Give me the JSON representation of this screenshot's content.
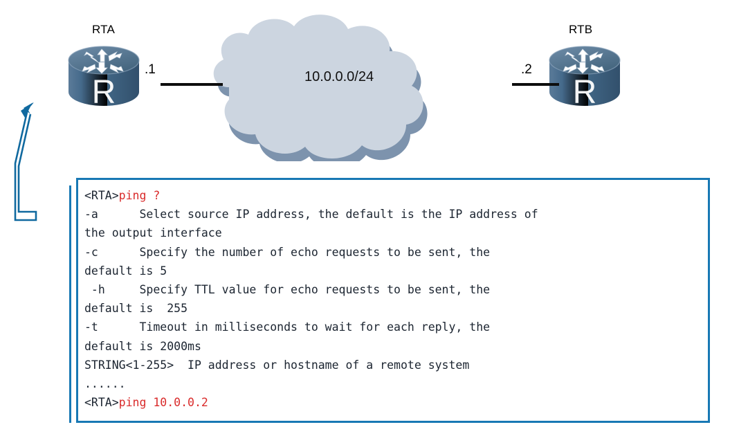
{
  "topology": {
    "devices": [
      {
        "id": "rta",
        "label": "RTA",
        "icon": "router-icon",
        "interface_label": ".1"
      },
      {
        "id": "rtb",
        "label": "RTB",
        "icon": "router-icon",
        "interface_label": ".2"
      }
    ],
    "cloud": {
      "icon": "cloud-icon",
      "label": "10.0.0.0/24"
    },
    "links": [
      {
        "from": "rta",
        "to": "cloud"
      },
      {
        "from": "cloud",
        "to": "rtb"
      }
    ],
    "callout": {
      "icon": "callout-arrow-icon",
      "from": "terminal",
      "to": "rta"
    }
  },
  "terminal": {
    "lines": [
      {
        "prompt": "<RTA>",
        "command": "ping ?",
        "text": ""
      },
      {
        "prompt": "",
        "command": "",
        "text": "-a      Select source IP address, the default is the IP address of"
      },
      {
        "prompt": "",
        "command": "",
        "text": "the output interface"
      },
      {
        "prompt": "",
        "command": "",
        "text": "-c      Specify the number of echo requests to be sent, the"
      },
      {
        "prompt": "",
        "command": "",
        "text": "default is 5"
      },
      {
        "prompt": "",
        "command": "",
        "text": " -h     Specify TTL value for echo requests to be sent, the"
      },
      {
        "prompt": "",
        "command": "",
        "text": "default is  255"
      },
      {
        "prompt": "",
        "command": "",
        "text": "-t      Timeout in milliseconds to wait for each reply, the"
      },
      {
        "prompt": "",
        "command": "",
        "text": "default is 2000ms"
      },
      {
        "prompt": "",
        "command": "",
        "text": "STRING<1-255>  IP address or hostname of a remote system"
      },
      {
        "prompt": "",
        "command": "",
        "text": "......"
      },
      {
        "prompt": "<RTA>",
        "command": "ping 10.0.0.2",
        "text": ""
      }
    ]
  },
  "colors": {
    "border": "#1878B4",
    "command_text": "#D92B2B",
    "body_text": "#1b2430",
    "router_body": "#4a6c8c",
    "router_top": "#3e5f7e",
    "cloud_fill": "#ccd5e0",
    "cloud_shadow": "#7d93ad",
    "link": "#0d0d0d",
    "callout": "#10699f"
  }
}
